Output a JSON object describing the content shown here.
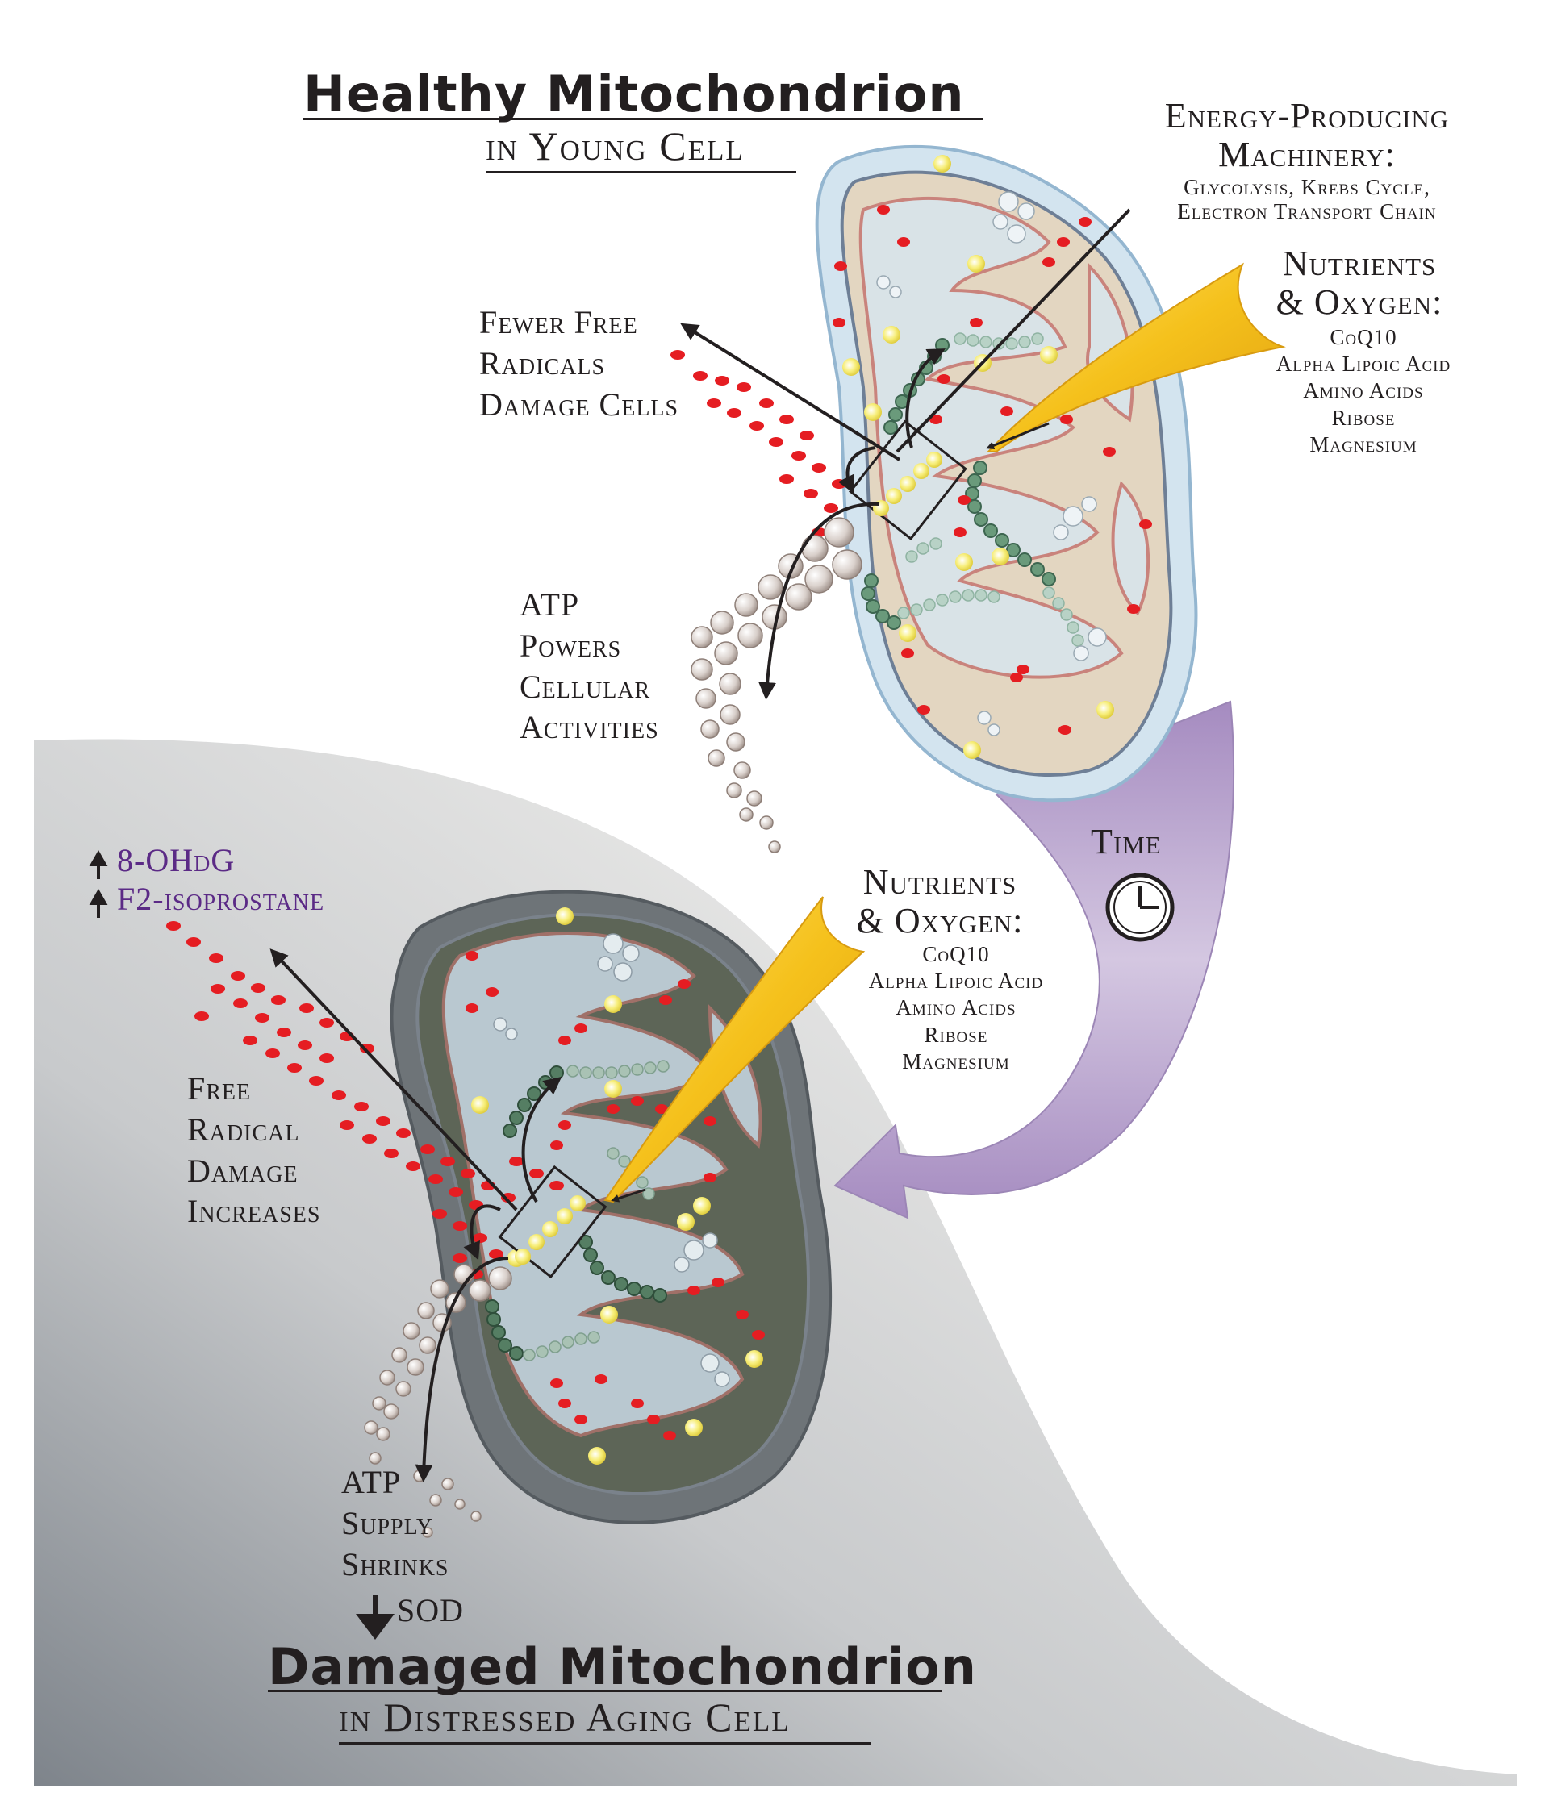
{
  "healthy": {
    "title": "Healthy Mitochondrion",
    "subtitle": "in Young Cell",
    "energy_heading_1": "Energy-Producing",
    "energy_heading_2": "Machinery:",
    "energy_detail_1": "Glycolysis, Krebs Cycle,",
    "energy_detail_2": "Electron Transport Chain",
    "nutrients_heading_1": "Nutrients",
    "nutrients_heading_2": "& Oxygen:",
    "nutrients": [
      "CoQ10",
      "Alpha Lipoic Acid",
      "Amino Acids",
      "Ribose",
      "Magnesium"
    ],
    "radicals": [
      "Fewer Free",
      "Radicals",
      "Damage Cells"
    ],
    "atp": [
      "ATP",
      "Powers",
      "Cellular",
      "Activities"
    ]
  },
  "time_label": "Time",
  "damaged": {
    "title": "Damaged Mitochondrion",
    "subtitle": "in Distressed Aging Cell",
    "markers": [
      "8-OHdG",
      "F2-isoprostane"
    ],
    "nutrients_heading_1": "Nutrients",
    "nutrients_heading_2": "& Oxygen:",
    "nutrients": [
      "CoQ10",
      "Alpha Lipoic Acid",
      "Amino Acids",
      "Ribose",
      "Magnesium"
    ],
    "radicals": [
      "Free",
      "Radical",
      "Damage",
      "Increases"
    ],
    "atp": [
      "ATP",
      "Supply",
      "Shrinks"
    ],
    "sod": "SOD"
  },
  "colors": {
    "healthy_outer": "#d3e4ef",
    "healthy_matrix_bg": "#e3d6c1",
    "healthy_crista": "#d9e3e7",
    "crista_border": "#c9837c",
    "damaged_outer": "#6e7478",
    "damaged_matrix_bg": "#5d6557",
    "free_radical": "#e51d22",
    "atp_bead": "#b9aca5",
    "etc_bead": "#6a9a7b",
    "ubiquinone": "#f2e655",
    "nutrient_beam": "#f4c21a",
    "time_arrow": "#c7b3d6",
    "aging_gradient": "#8c9197"
  }
}
